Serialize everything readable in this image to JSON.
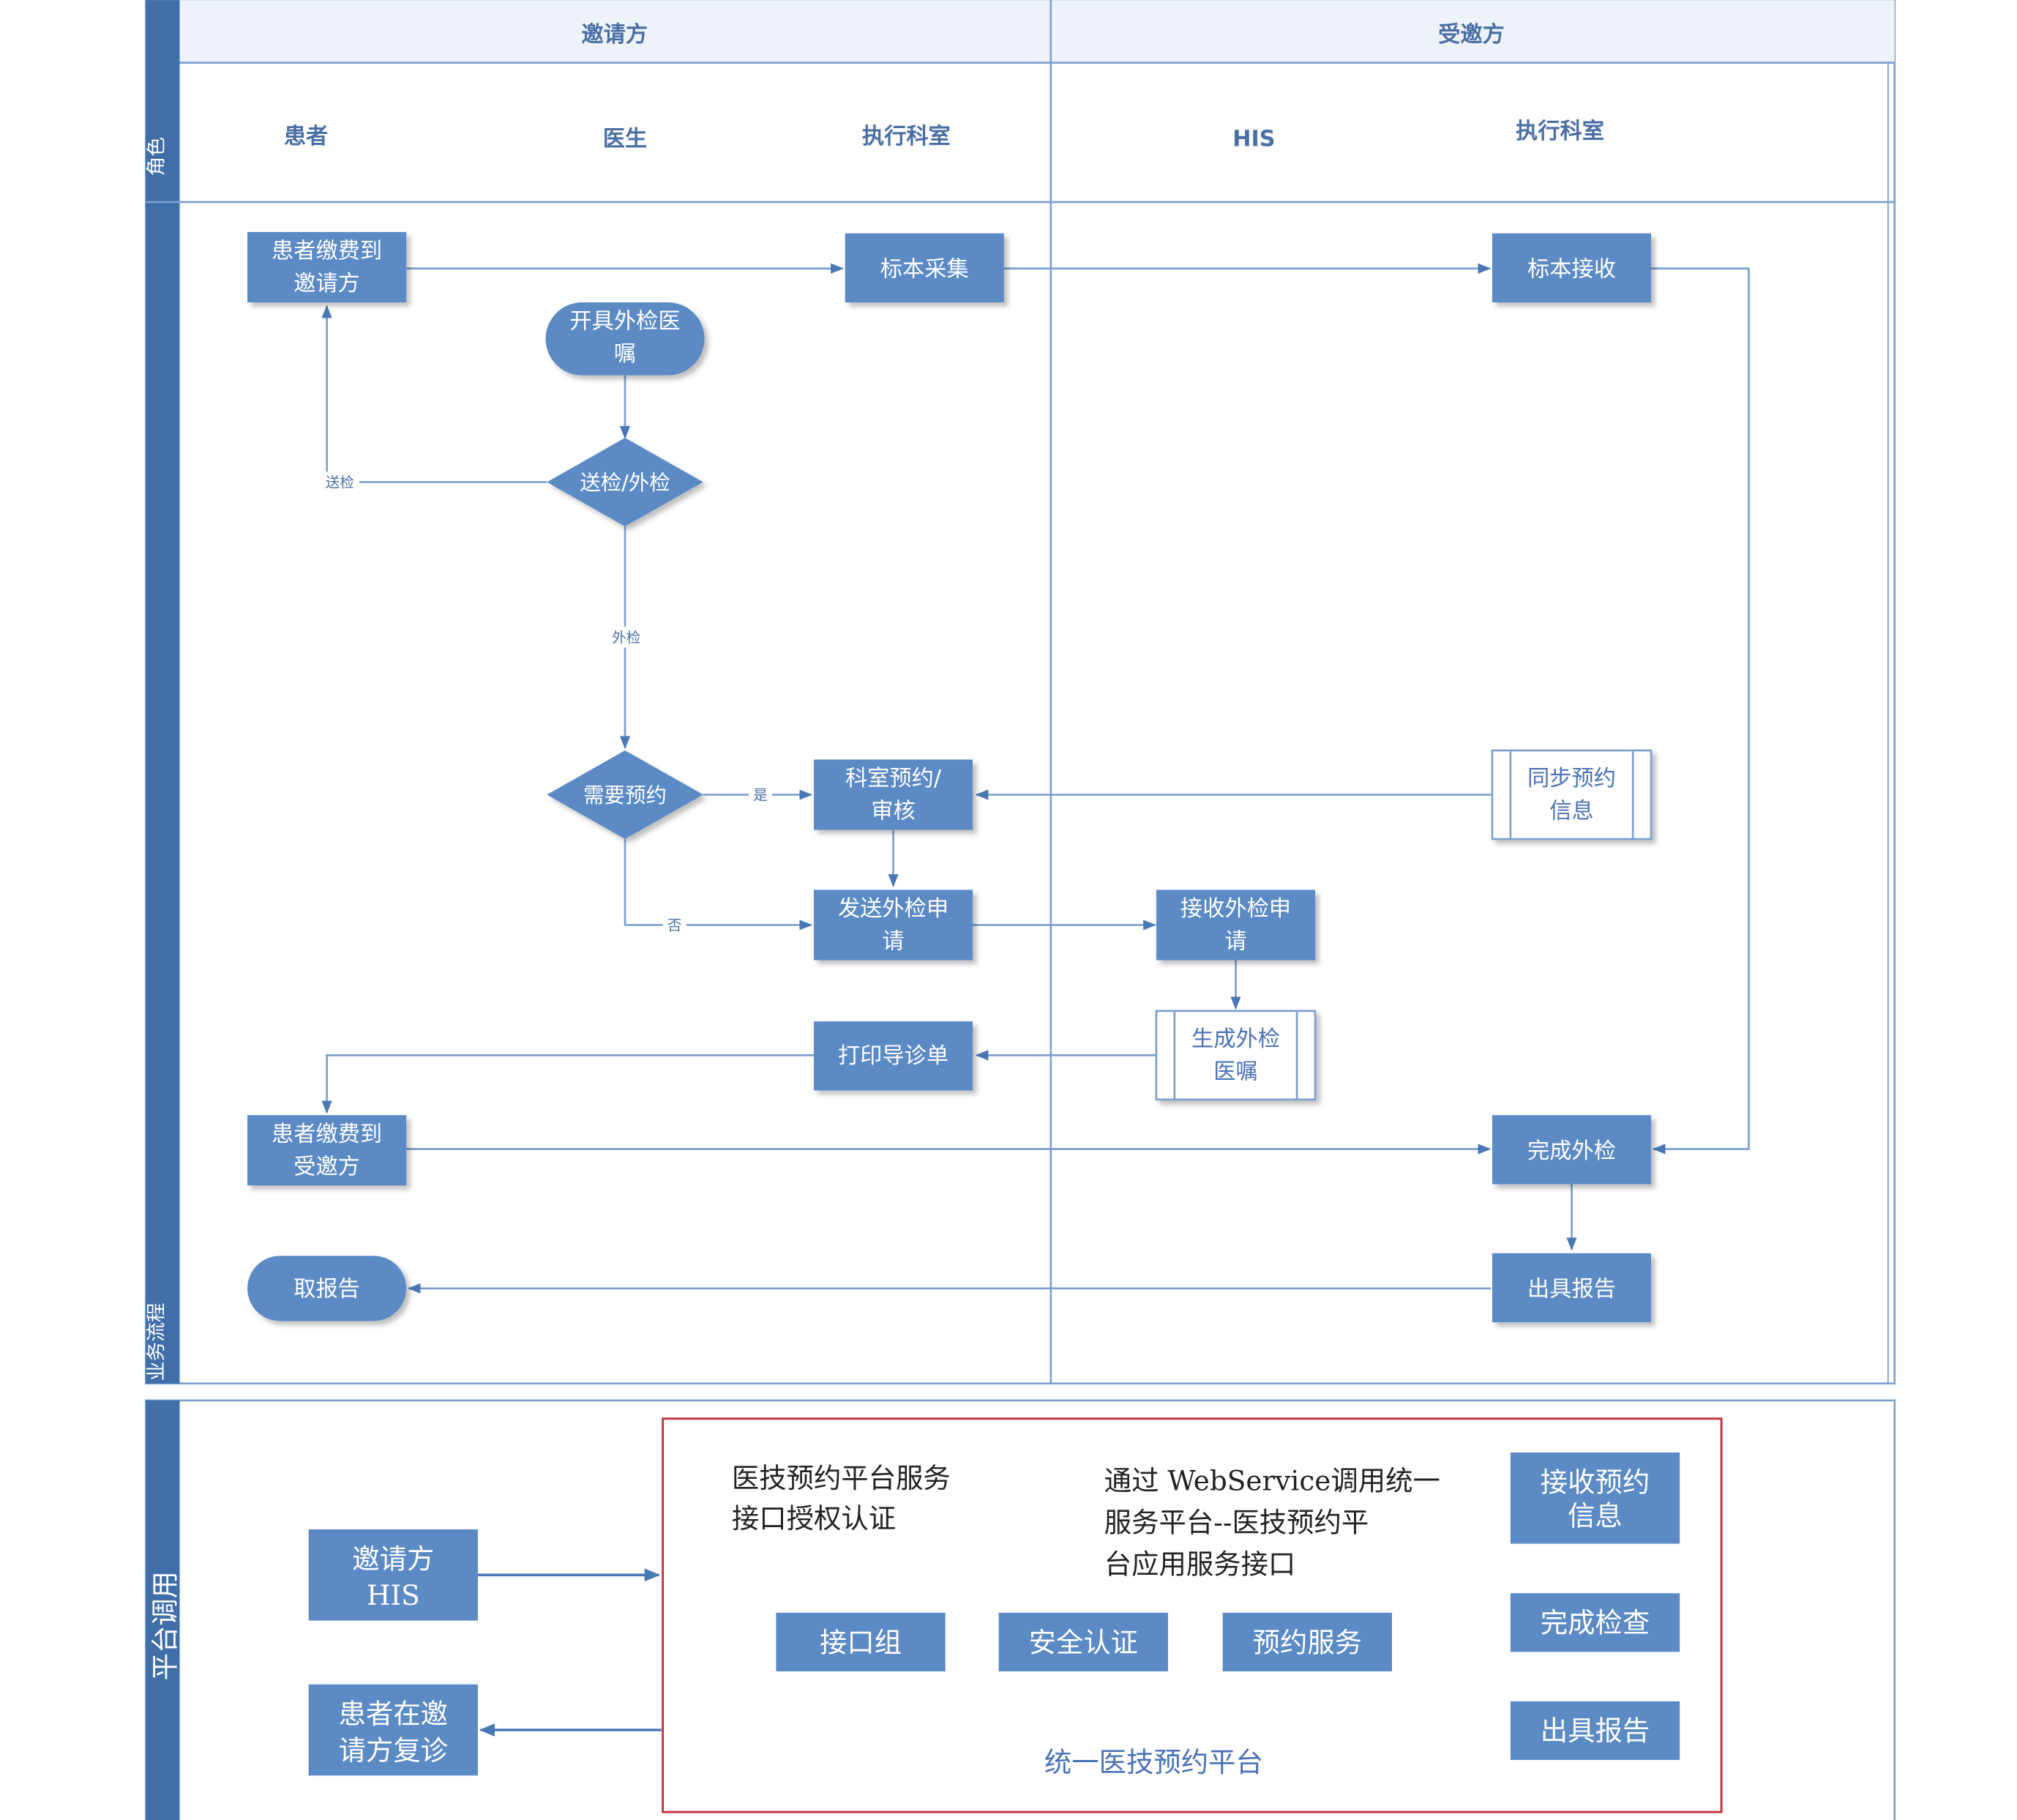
{
  "colors": {
    "lane_bar": "#3f6ea8",
    "box_fill": "#5b8ac5",
    "box_text": "#ffffff",
    "line": "#7ba0cf",
    "arrow": "#4a78b5",
    "header_text": "#4a6fa5",
    "platform_border": "#c0303a",
    "platform_text": "#4a72b8",
    "body_text": "#222222",
    "header_bg": "#eef3f9"
  },
  "lanes": {
    "role_label": "角色",
    "flow_label": "业务流程",
    "platform_label": "平台调用",
    "inviter": "邀请方",
    "invitee": "受邀方"
  },
  "roles": {
    "patient": "患者",
    "doctor": "医生",
    "exec_dept_inviter": "执行科室",
    "his": "HIS",
    "exec_dept_invitee": "执行科室"
  },
  "flow": {
    "pay_inviter": "患者缴费到邀请方",
    "sample_collect": "标本采集",
    "sample_receive": "标本接收",
    "order_external": "开具外检医嘱",
    "decision_send": "送检/外检",
    "label_send": "送检",
    "label_external": "外检",
    "decision_appt": "需要预约",
    "label_yes": "是",
    "label_no": "否",
    "dept_appt": "科室预约/审核",
    "sync_appt": "同步预约信息",
    "send_request": "发送外检申请",
    "receive_request": "接收外检申请",
    "gen_order": "生成外检医嘱",
    "print_guide": "打印导诊单",
    "pay_invitee": "患者缴费到受邀方",
    "complete_exam": "完成外检",
    "get_report": "取报告",
    "issue_report": "出具报告"
  },
  "platform": {
    "inviter_his": "邀请方HIS",
    "revisit": "患者在邀请方复诊",
    "auth_text": "医技预约平台服务接口授权认证",
    "ws_text": "通过 WebService调用统一服务平台--医技预约平台应用服务接口",
    "group": "接口组",
    "security": "安全认证",
    "booking": "预约服务",
    "platform_name": "统一医技预约平台",
    "recv_info": "接收预约信息",
    "done_check": "完成检查",
    "issue_report": "出具报告"
  }
}
